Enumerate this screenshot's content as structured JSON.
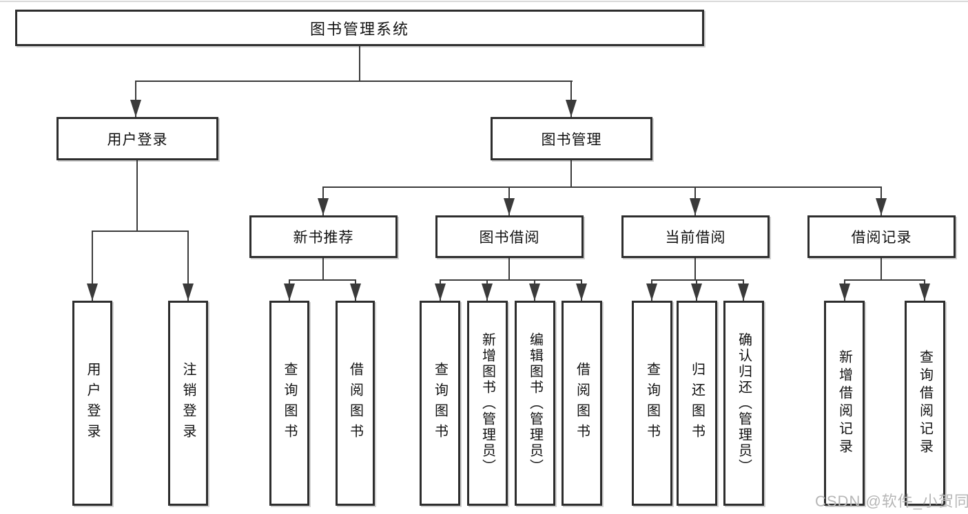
{
  "diagram": {
    "root": "图书管理系统",
    "user_login": {
      "label": "用户登录",
      "children": [
        "用户登录",
        "注销登录"
      ]
    },
    "book_mgmt": {
      "label": "图书管理",
      "children": [
        {
          "label": "新书推荐",
          "children": [
            "查询图书",
            "借阅图书"
          ]
        },
        {
          "label": "图书借阅",
          "children": [
            "查询图书",
            "新增图书（管理员）",
            "编辑图书（管理员）",
            "借阅图书"
          ]
        },
        {
          "label": "当前借阅",
          "children": [
            "查询图书",
            "归还图书",
            "确认归还（管理员）"
          ]
        },
        {
          "label": "借阅记录",
          "children": [
            "新增借阅记录",
            "查询借阅记录"
          ]
        }
      ]
    },
    "colors": {
      "line": "#3a3a3a",
      "box_border": "#2d2d2d",
      "text": "#111111",
      "watermark": "#b6b6b6",
      "background": "#ffffff"
    }
  },
  "watermark": "CSDN @软件_小贺同学"
}
